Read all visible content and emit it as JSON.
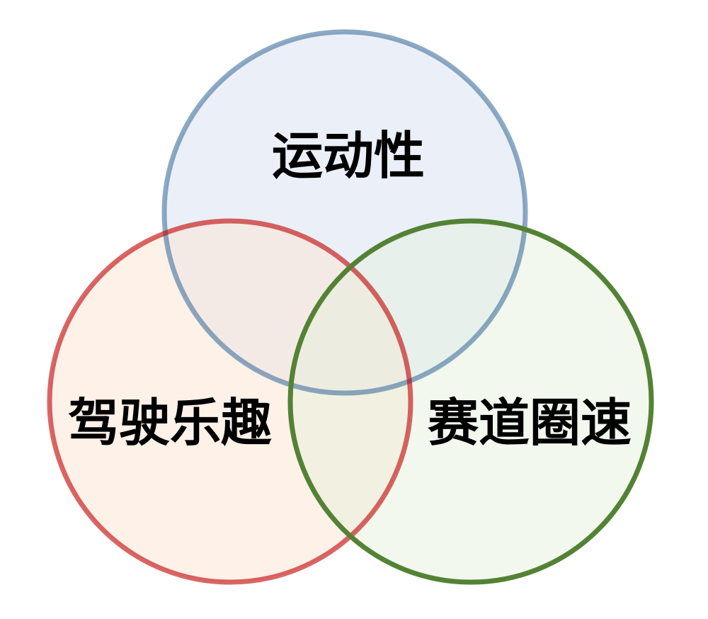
{
  "diagram": {
    "type": "venn",
    "sets": [
      {
        "id": "top",
        "label": "运动性",
        "stroke": "#41719c",
        "fill": "#dae3f3"
      },
      {
        "id": "left",
        "label": "驾驶乐趣",
        "stroke": "#c00000",
        "fill": "#fbe5d6"
      },
      {
        "id": "right",
        "label": "赛道圈速",
        "stroke": "#548235",
        "fill": "#e2f0d9"
      }
    ],
    "background": "#ffffff"
  }
}
